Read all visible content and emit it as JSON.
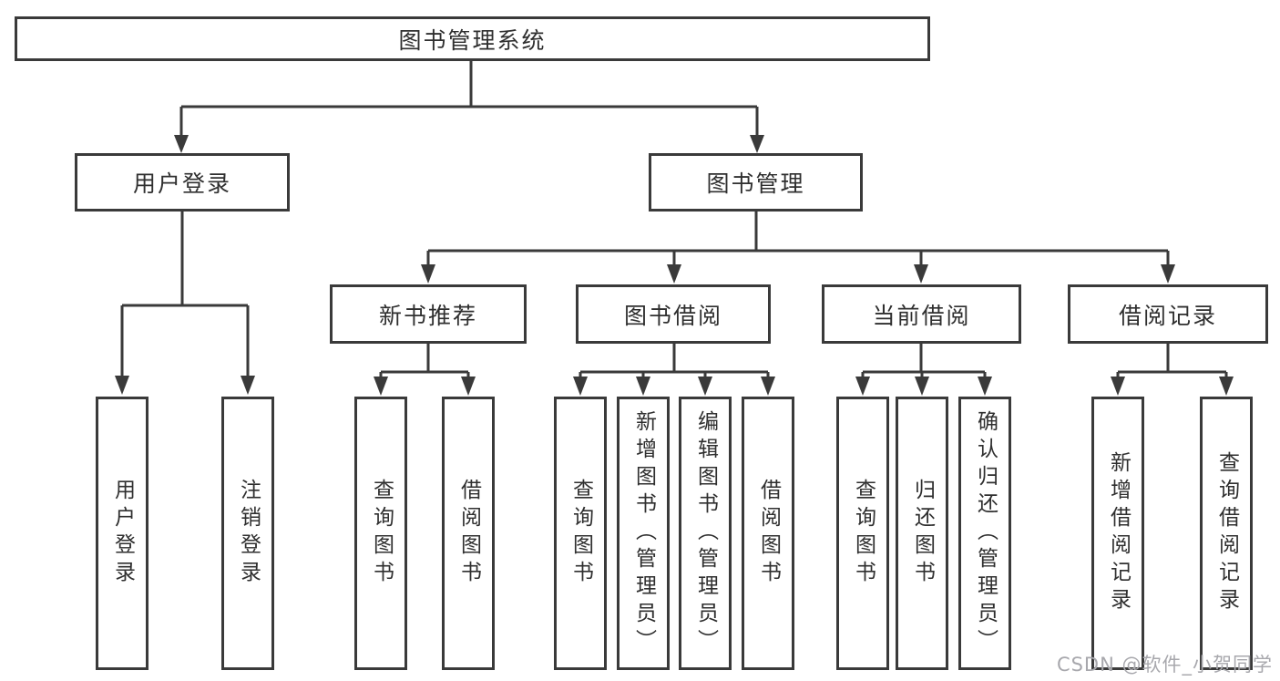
{
  "tree": {
    "root": {
      "label": "图书管理系统"
    },
    "level2": [
      {
        "label": "用户登录"
      },
      {
        "label": "图书管理"
      }
    ],
    "level3": [
      {
        "label": "新书推荐"
      },
      {
        "label": "图书借阅"
      },
      {
        "label": "当前借阅"
      },
      {
        "label": "借阅记录"
      }
    ],
    "leaves": {
      "user_login": [
        "用户登录",
        "注销登录"
      ],
      "new_books": [
        "查询图书",
        "借阅图书"
      ],
      "book_borrow": [
        "查询图书",
        "新增图书（管理员）",
        "编辑图书（管理员）",
        "借阅图书"
      ],
      "current_borrow": [
        "查询图书",
        "归还图书",
        "确认归还（管理员）"
      ],
      "borrow_records": [
        "新增借阅记录",
        "查询借阅记录"
      ]
    }
  },
  "watermark": "CSDN @软件_小贺同学",
  "colors": {
    "line": "#3a3a3a",
    "text": "#2f2f2f",
    "background": "#ffffff",
    "watermark": "#a8a8ad"
  }
}
